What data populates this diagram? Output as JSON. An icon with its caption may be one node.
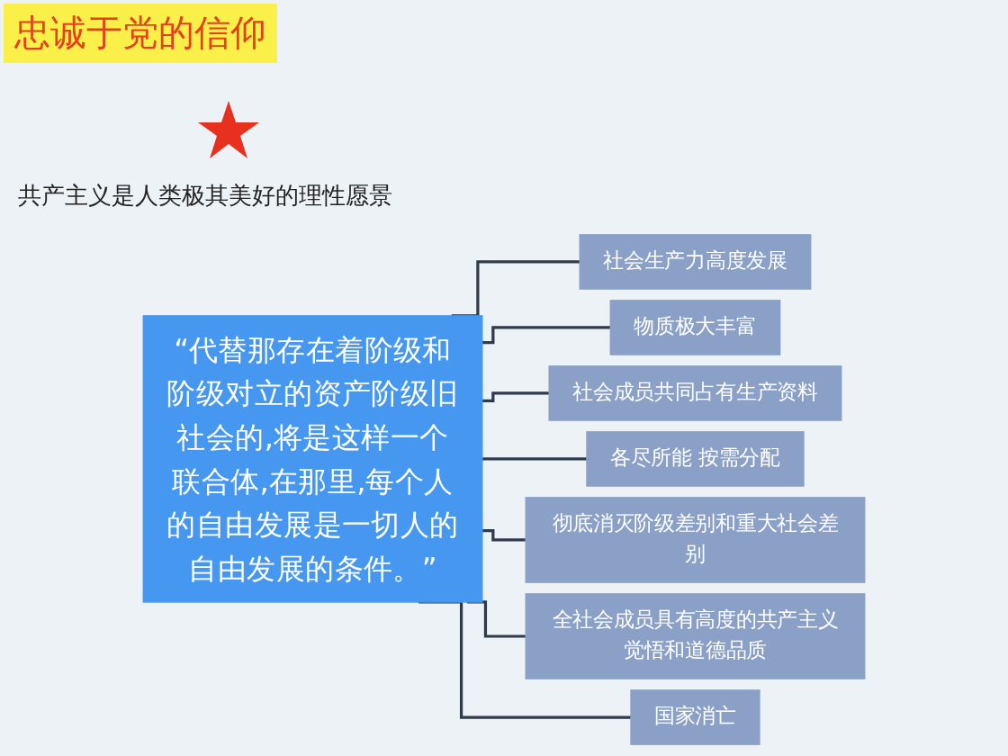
{
  "diagram": {
    "title": "忠诚于党的信仰",
    "nodes": [
      {
        "text": [
          "“代替那存在着阶级和阶级对立的资产阶级旧社会的,将是这样一个联合体,在那里,每个人的自由发展是一切人的自由发展的条件。”"
        ]
      },
      {
        "text": [
          "社会生产力高度发展"
        ]
      },
      {
        "text": [
          "物质极大丰富"
        ]
      },
      {
        "text": [
          "社会成员共同占有生产资料"
        ]
      },
      {
        "text": [
          "各尽所能 按需分配"
        ]
      },
      {
        "text": [
          "彻底消灭阶级差别和重大社会差别"
        ]
      },
      {
        "text": [
          "全社会成员具有高度的共产主义觉悟和道德品质"
        ]
      },
      {
        "text": [
          "国家消亡"
        ]
      }
    ],
    "edges": [
      {
        "from": 0,
        "to": 1,
        "arrow": "none"
      },
      {
        "from": 0,
        "to": 2,
        "arrow": "none"
      },
      {
        "from": 0,
        "to": 3,
        "arrow": "none"
      },
      {
        "from": 0,
        "to": 4,
        "arrow": "none"
      },
      {
        "from": 0,
        "to": 5,
        "arrow": "none"
      },
      {
        "from": 0,
        "to": 6,
        "arrow": "none"
      },
      {
        "from": 0,
        "to": 7,
        "arrow": "none"
      }
    ],
    "labels": [
      "共产主义是人类极其美好的理性愿景"
    ]
  }
}
